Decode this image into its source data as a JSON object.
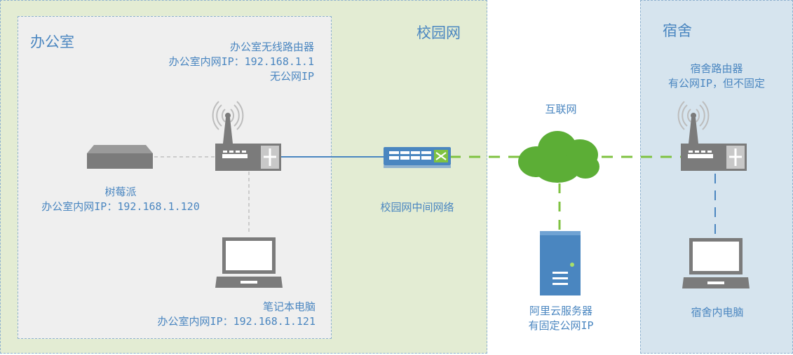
{
  "zones": {
    "campus": "校园网",
    "office": "办公室",
    "dorm": "宿舍"
  },
  "devices": {
    "office_router": {
      "name": "办公室无线路由器",
      "ip": "办公室内网IP：192.168.1.1",
      "note": "无公网IP"
    },
    "raspberry_pi": {
      "name": "树莓派",
      "ip": "办公室内网IP：192.168.1.120"
    },
    "laptop": {
      "name": "笔记本电脑",
      "ip": "办公室内网IP：192.168.1.121"
    },
    "campus_switch": {
      "name": "校园网中间网络"
    },
    "internet": {
      "name": "互联网"
    },
    "aliyun_server": {
      "name": "阿里云服务器",
      "note": "有固定公网IP"
    },
    "dorm_router": {
      "name": "宿舍路由器",
      "note": "有公网IP，但不固定"
    },
    "dorm_pc": {
      "name": "宿舍内电脑"
    }
  },
  "colors": {
    "label": "#4a86c0",
    "campus_bg": "#e3ecd3",
    "office_bg": "#efefef",
    "dorm_bg": "#d6e4ee",
    "wired_link": "#4a86c0",
    "internet_link": "#7fc241",
    "lan_link": "#c0c0c0",
    "cloud": "#5cae36",
    "server": "#4a86c0"
  }
}
